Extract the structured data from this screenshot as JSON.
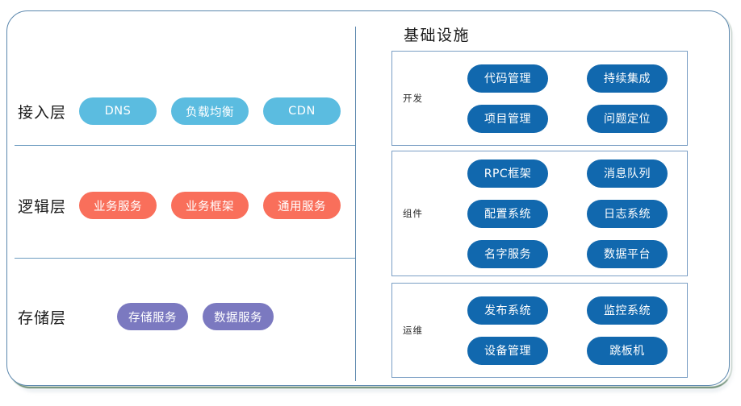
{
  "diagram": {
    "title_left": "",
    "colors": {
      "access_layer_pill": "#5bbce0",
      "logic_layer_pill": "#f96f5b",
      "storage_layer_pill": "#7b79c0",
      "infrastructure_pill": "#1168ae",
      "frame_border": "#5b87ad",
      "divider": "#6d9cc0",
      "group_box_border": "#7a9ec4",
      "shadow": "#3f6b4a"
    }
  },
  "left": {
    "layers": [
      {
        "label": "接入层",
        "items": [
          {
            "label": "DNS"
          },
          {
            "label": "负载均衡"
          },
          {
            "label": "CDN"
          }
        ]
      },
      {
        "label": "逻辑层",
        "items": [
          {
            "label": "业务服务"
          },
          {
            "label": "业务框架"
          },
          {
            "label": "通用服务"
          }
        ]
      },
      {
        "label": "存储层",
        "items": [
          {
            "label": "存储服务"
          },
          {
            "label": "数据服务"
          }
        ]
      }
    ]
  },
  "right": {
    "title": "基础设施",
    "groups": [
      {
        "label": "开发",
        "items": [
          {
            "label": "代码管理"
          },
          {
            "label": "持续集成"
          },
          {
            "label": "项目管理"
          },
          {
            "label": "问题定位"
          }
        ]
      },
      {
        "label": "组件",
        "items": [
          {
            "label": "RPC框架"
          },
          {
            "label": "消息队列"
          },
          {
            "label": "配置系统"
          },
          {
            "label": "日志系统"
          },
          {
            "label": "名字服务"
          },
          {
            "label": "数据平台"
          }
        ]
      },
      {
        "label": "运维",
        "items": [
          {
            "label": "发布系统"
          },
          {
            "label": "监控系统"
          },
          {
            "label": "设备管理"
          },
          {
            "label": "跳板机"
          }
        ]
      }
    ]
  }
}
